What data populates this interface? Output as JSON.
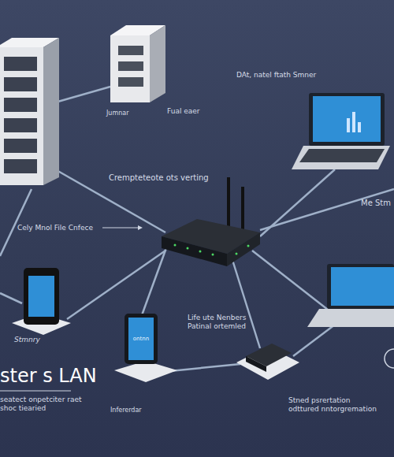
{
  "diagram": {
    "title": "ster s LAN",
    "nodes": [
      {
        "text": [
          "ontnn"
        ]
      }
    ],
    "labels": [
      "Jumnar",
      "Fual eaer",
      "DAt, natel ftath Smner",
      "Crempteteote ots verting",
      "Cely Mnol File Cnfece",
      "Me Stm",
      "Life ute Nenbers Patinal ortemled",
      "Stmnry",
      "seatect onpetciter raet shoc tiearied",
      "Infererdar",
      "Stned psrertation odttured nntorgremation"
    ]
  }
}
